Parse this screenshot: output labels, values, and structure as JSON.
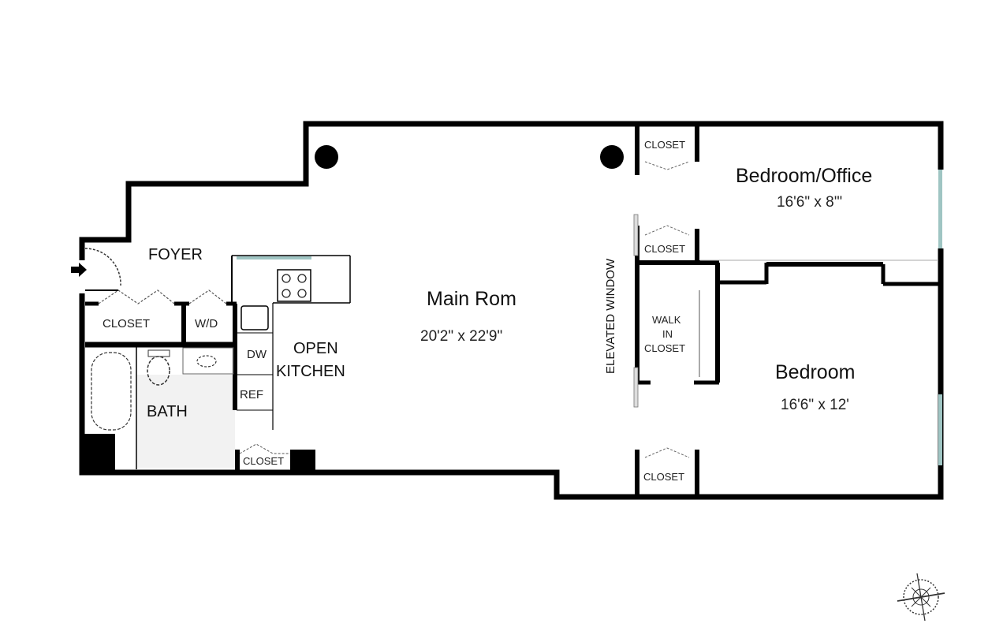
{
  "plan": {
    "rooms": [
      {
        "id": "foyer",
        "label": "FOYER"
      },
      {
        "id": "closet-foyer",
        "label": "CLOSET"
      },
      {
        "id": "wd",
        "label": "W/D"
      },
      {
        "id": "bath",
        "label": "BATH"
      },
      {
        "id": "kitchen",
        "label_line1": "OPEN",
        "label_line2": "KITCHEN"
      },
      {
        "id": "dw",
        "label": "DW"
      },
      {
        "id": "ref",
        "label": "REF"
      },
      {
        "id": "closet-kitchen",
        "label": "CLOSET"
      },
      {
        "id": "main",
        "label": "Main Rom",
        "dimensions": "20'2\" x 22'9\""
      },
      {
        "id": "elevated-window",
        "label": "ELEVATED WINDOW"
      },
      {
        "id": "closet-top",
        "label": "CLOSET"
      },
      {
        "id": "closet-mid",
        "label": "CLOSET"
      },
      {
        "id": "walkin",
        "label_line1": "WALK",
        "label_line2": "IN",
        "label_line3": "CLOSET"
      },
      {
        "id": "closet-bottom",
        "label": "CLOSET"
      },
      {
        "id": "bedroom-office",
        "label": "Bedroom/Office",
        "dimensions": "16'6\" x 8'\""
      },
      {
        "id": "bedroom",
        "label": "Bedroom",
        "dimensions": "16'6\" x 12'"
      }
    ],
    "colors": {
      "wall": "#000000",
      "window": "#9fc5c3",
      "floor_tile": "#f2f2f2"
    },
    "entry_arrow": "→",
    "compass": "compass-rose"
  }
}
